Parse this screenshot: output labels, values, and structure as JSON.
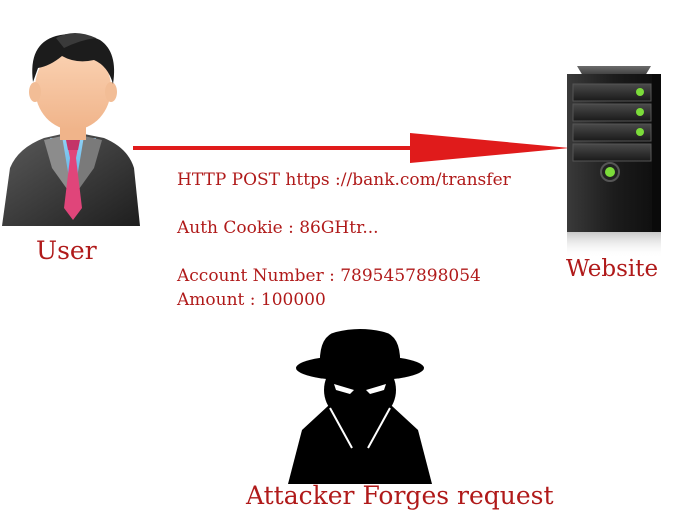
{
  "actors": {
    "user_label": "User",
    "website_label": "Website",
    "attacker_label": "Attacker Forges request"
  },
  "request": {
    "line": "HTTP POST https ://bank.com/transfer",
    "auth": "Auth Cookie : 86GHtr...",
    "account": "Account Number : 7895457898054",
    "amount": "Amount : 100000"
  },
  "colors": {
    "text": "#b01a1a",
    "arrow": "#e01b1b",
    "server_body": "#2a2a2a",
    "led": "#7cdc3a"
  },
  "icons": {
    "user": "businessman-avatar-icon",
    "server": "server-tower-icon",
    "attacker": "spy-hacker-icon",
    "arrow": "request-arrow"
  }
}
